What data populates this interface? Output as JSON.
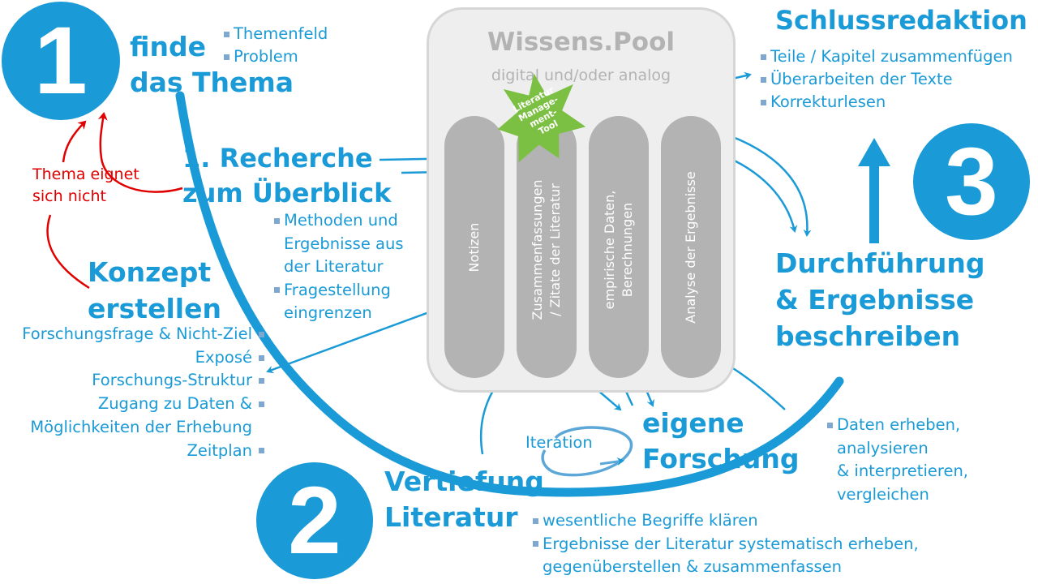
{
  "step1": {
    "number": "1",
    "title_line1": "finde",
    "title_line2": "das Thema",
    "bullets": [
      "Themenfeld",
      "Problem"
    ]
  },
  "recherche": {
    "title_line1": "1. Recherche",
    "title_line2": "zum Überblick",
    "bullets": [
      "Methoden und",
      "Ergebnisse aus",
      "der Literatur",
      "Fragestellung",
      "eingrenzen"
    ]
  },
  "thema_eignet": {
    "line1": "Thema eignet",
    "line2": "sich nicht",
    "color": "#e00000"
  },
  "konzept": {
    "title_line1": "Konzept",
    "title_line2": "erstellen",
    "bullets": [
      "Forschungsfrage & Nicht-Ziel",
      "Exposé",
      "Forschungs-Struktur",
      "Zugang zu Daten &",
      "Möglichkeiten der Erhebung",
      "Zeitplan"
    ]
  },
  "pool": {
    "title": "Wissens.Pool",
    "subtitle": "digital und/oder analog",
    "star_lines": [
      "Literatur",
      "Manage-",
      "ment-",
      "Tool"
    ],
    "pillars": [
      {
        "line1": "Notizen",
        "line2": ""
      },
      {
        "line1": "Zusammenfassungen",
        "line2": "/ Zitate der Literatur"
      },
      {
        "line1": "empirische Daten,",
        "line2": "Berechnungen"
      },
      {
        "line1": "Analyse der Ergebnisse",
        "line2": ""
      }
    ]
  },
  "schluss": {
    "title": "Schlussredaktion",
    "bullets": [
      "Teile / Kapitel zusammenfügen",
      "Überarbeiten der Texte",
      "Korrekturlesen"
    ]
  },
  "step3": {
    "number": "3",
    "title_line1": "Durchführung",
    "title_line2": "& Ergebnisse",
    "title_line3": "beschreiben",
    "bullets": [
      "Daten erheben,",
      "analysieren",
      "& interpretieren,",
      "vergleichen"
    ]
  },
  "step2": {
    "number": "2",
    "title_line1": "Vertiefung",
    "title_line2": "Literatur",
    "bullets": [
      "wesentliche Begriffe klären",
      "Ergebnisse der Literatur systematisch erheben,",
      "gegenüberstellen & zusammenfassen"
    ]
  },
  "forschung": {
    "title_line1": "eigene",
    "title_line2": "Forschung",
    "iteration": "Iteration"
  },
  "colors": {
    "accent": "#1a9ad6",
    "pool_bg": "#eeeeee",
    "pillar": "#b3b3b3",
    "star": "#7cc043",
    "red": "#e00000"
  }
}
